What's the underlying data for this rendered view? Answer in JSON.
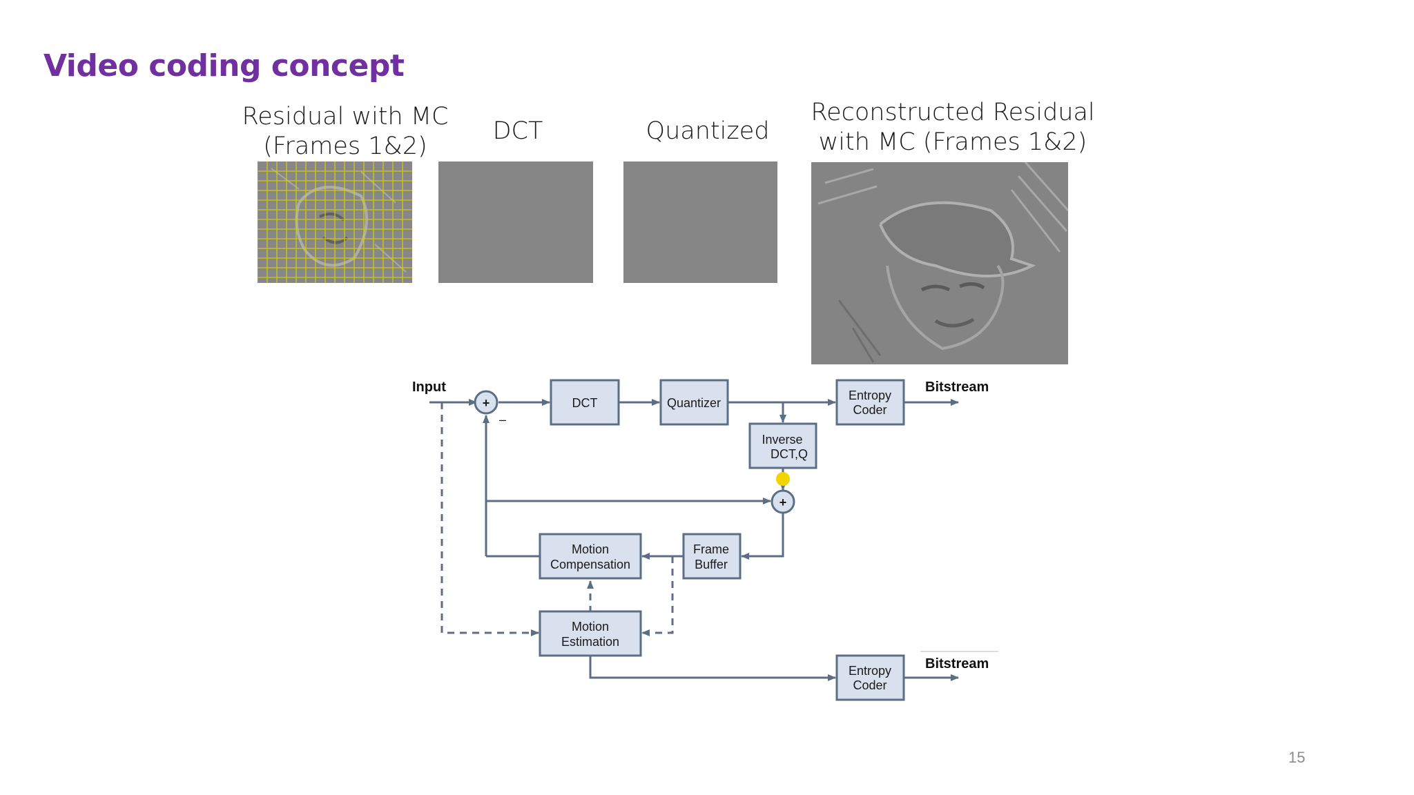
{
  "slide": {
    "title": "Video coding concept",
    "page_number": "15"
  },
  "images": [
    {
      "caption_line1": "Residual with MC",
      "caption_line2": "(Frames 1&2)"
    },
    {
      "caption_line1": "DCT",
      "caption_line2": ""
    },
    {
      "caption_line1": "Quantized",
      "caption_line2": ""
    },
    {
      "caption_line1": "Reconstructed Residual",
      "caption_line2": "with MC (Frames 1&2)"
    }
  ],
  "diagram": {
    "input_label": "Input",
    "bitstream_label": "Bitstream",
    "bitstream_label_2": "Bitstream",
    "minus_sign": "–",
    "plus_sign": "+",
    "blocks": {
      "dct": "DCT",
      "quantizer": "Quantizer",
      "entropy_coder_1_l1": "Entropy",
      "entropy_coder_1_l2": "Coder",
      "inverse_l1": "Inverse",
      "inverse_l2": "DCT,Q",
      "motion_comp_l1": "Motion",
      "motion_comp_l2": "Compensation",
      "frame_buffer_l1": "Frame",
      "frame_buffer_l2": "Buffer",
      "motion_est_l1": "Motion",
      "motion_est_l2": "Estimation",
      "entropy_coder_2_l1": "Entropy",
      "entropy_coder_2_l2": "Coder"
    }
  },
  "colors": {
    "title": "#7030a0",
    "block_fill": "#d9e1ee",
    "block_stroke": "#5b6e84",
    "line": "#5b6e84",
    "grid": "#d8d800",
    "highlight": "#f2d400"
  }
}
